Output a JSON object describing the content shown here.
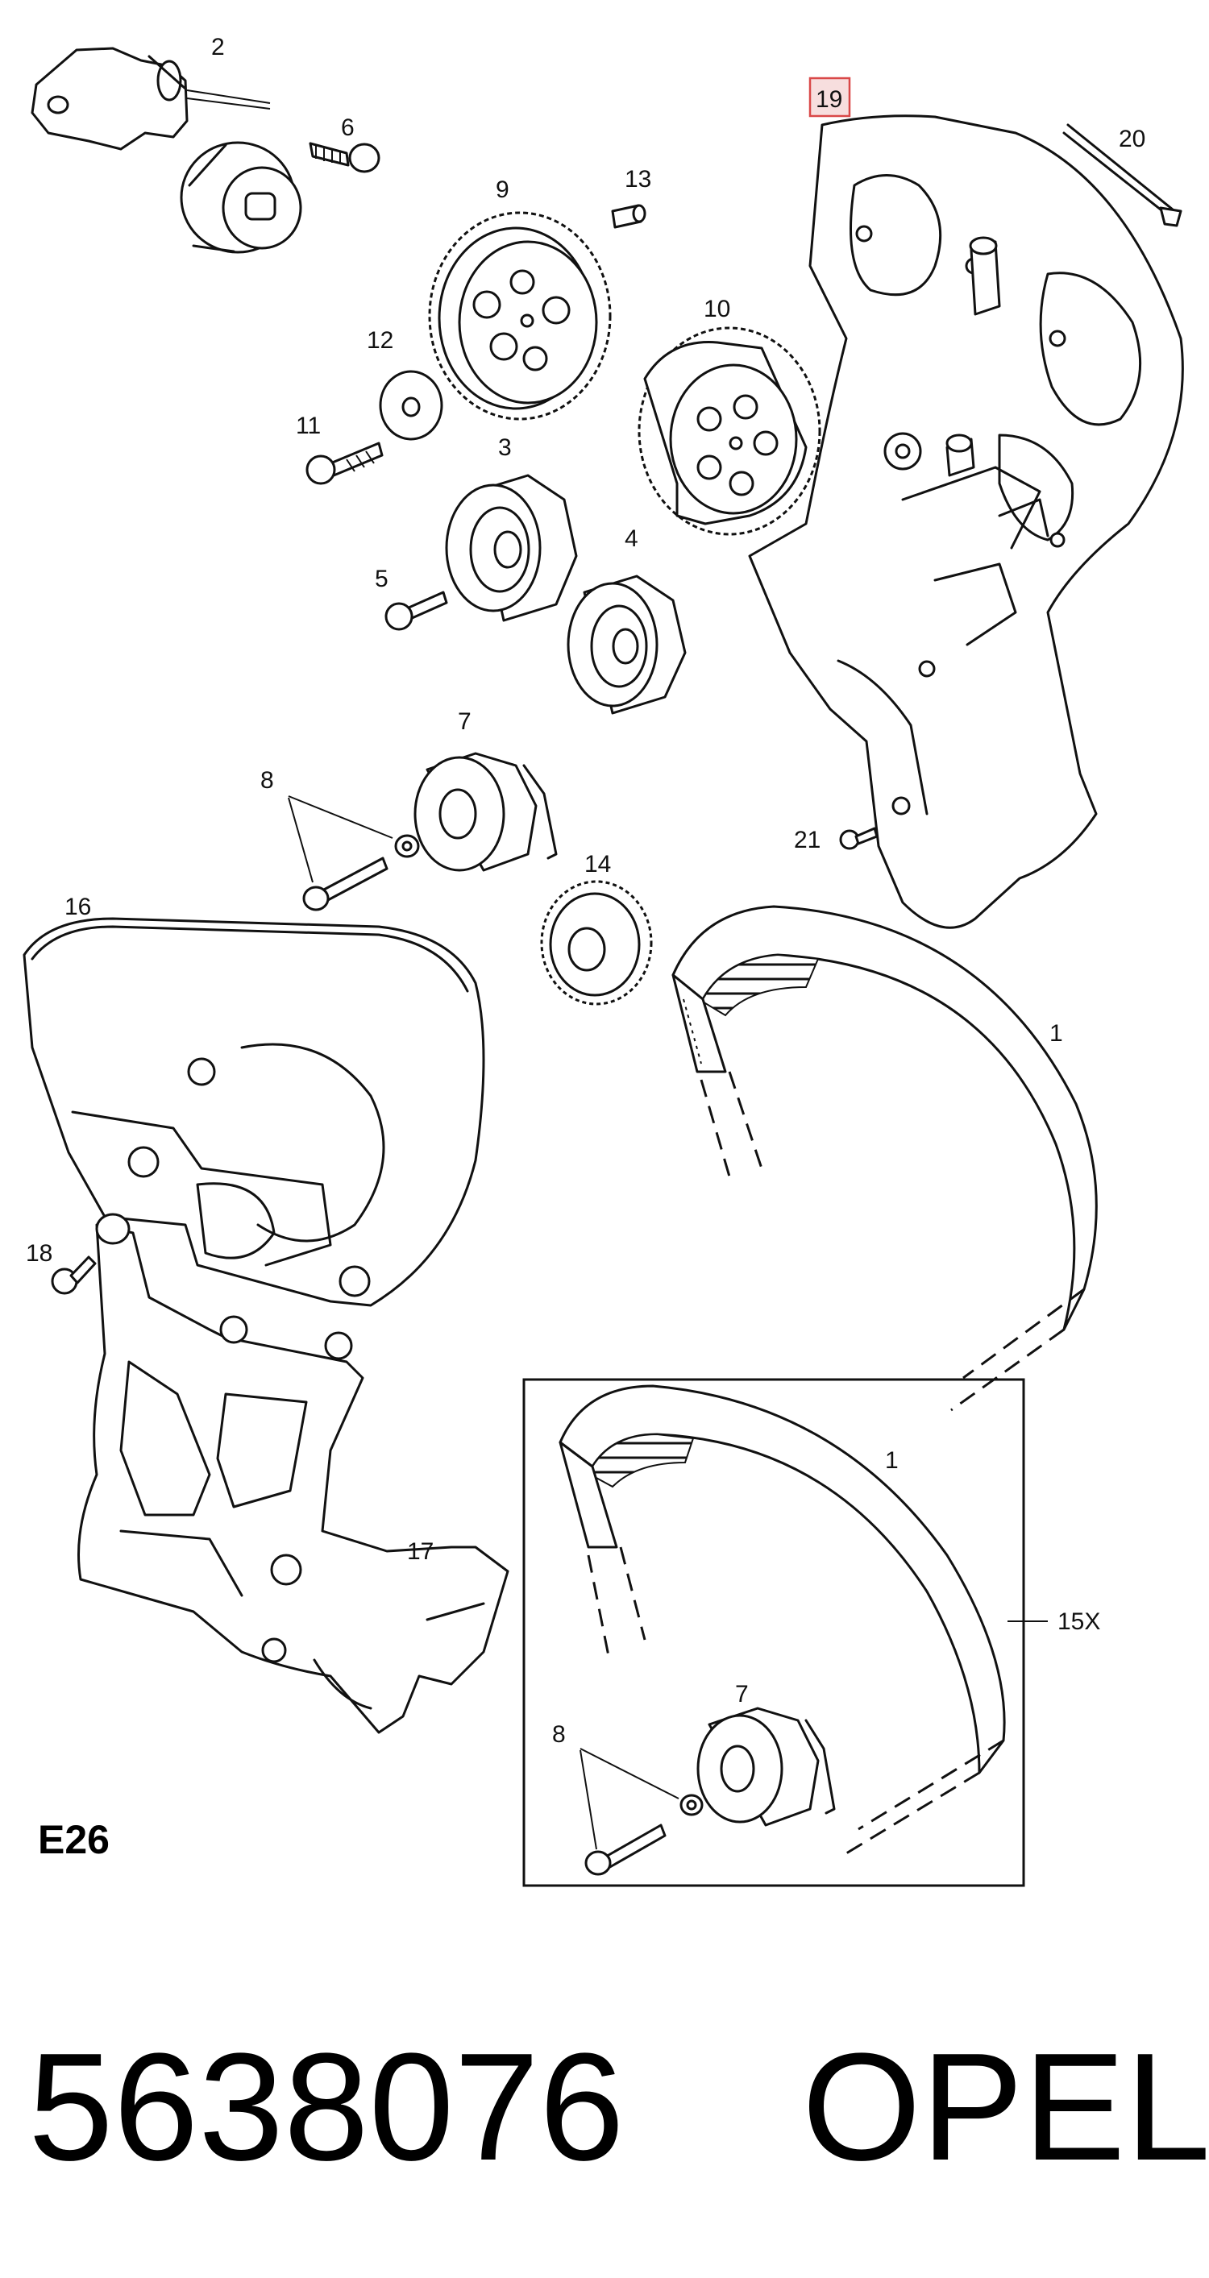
{
  "diagram": {
    "section_code": "E26",
    "part_number": "5638076",
    "brand": "OPEL",
    "highlighted_callout": "19",
    "callouts": {
      "c1": "1",
      "c1_inset": "1",
      "c2": "2",
      "c3": "3",
      "c4": "4",
      "c5": "5",
      "c6": "6",
      "c7": "7",
      "c7_inset": "7",
      "c8": "8",
      "c8_inset": "8",
      "c9": "9",
      "c10": "10",
      "c11": "11",
      "c12": "12",
      "c13": "13",
      "c14": "14",
      "c15x": "15X",
      "c16": "16",
      "c17": "17",
      "c18": "18",
      "c19": "19",
      "c20": "20",
      "c21": "21"
    },
    "colors": {
      "highlight_border": "#d94848",
      "highlight_fill": "#f7dede",
      "line": "#111111"
    }
  }
}
